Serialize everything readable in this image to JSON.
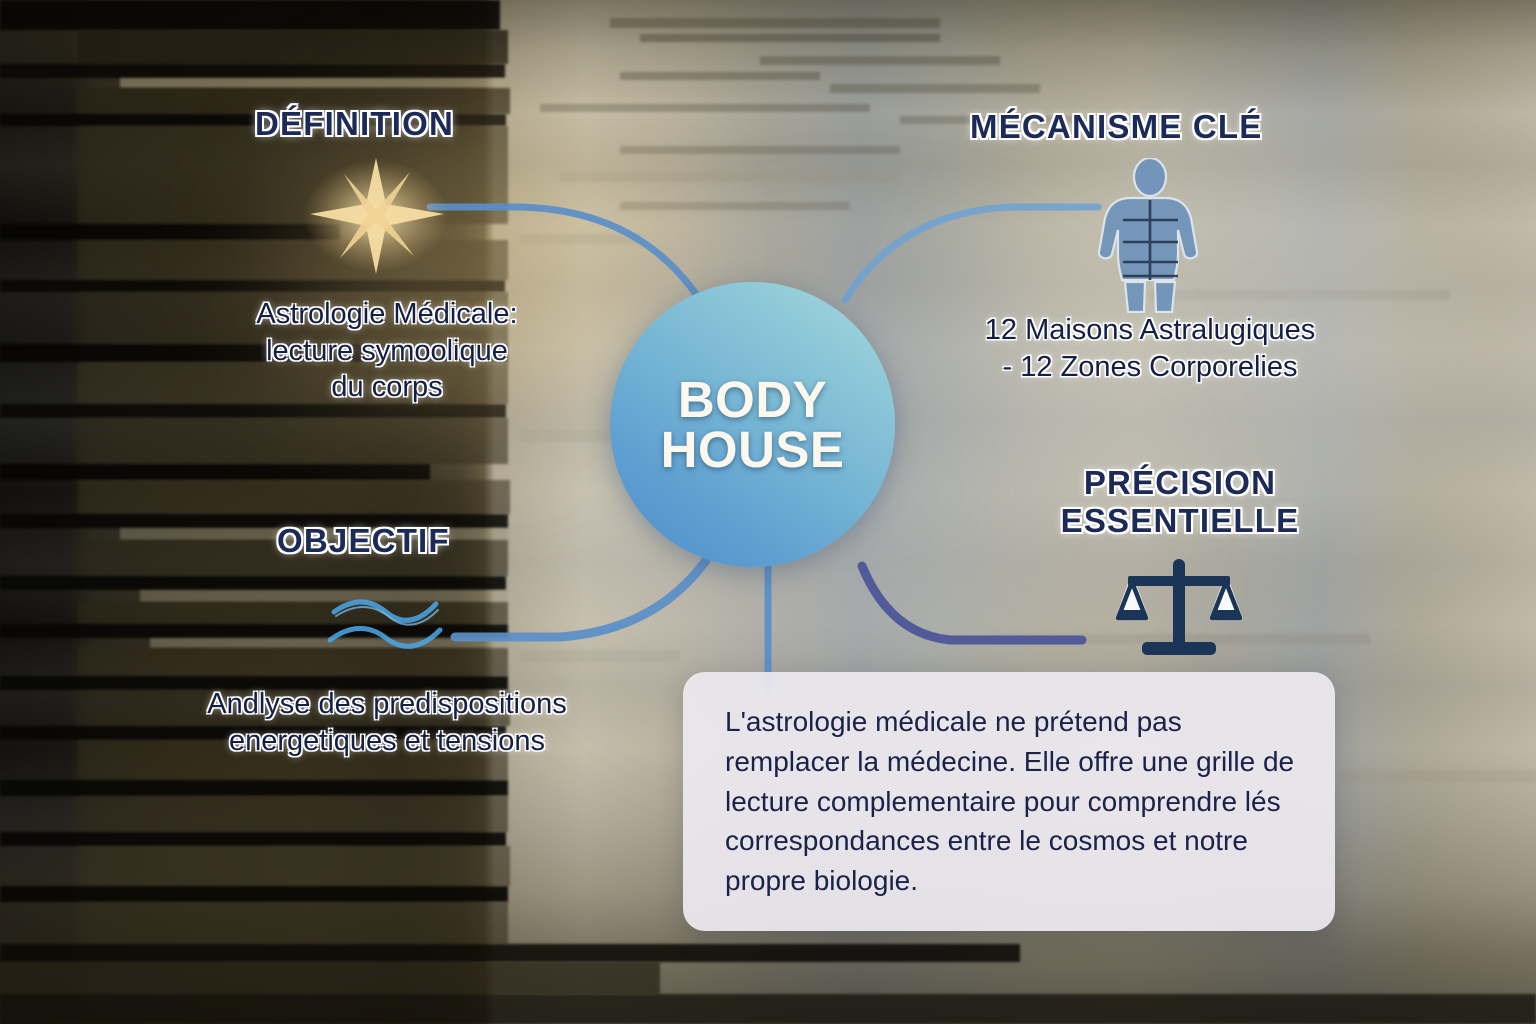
{
  "center": {
    "line1": "BODY",
    "line2": "HOUSE",
    "color": "#74b4d4"
  },
  "nodes": {
    "definition": {
      "heading": "DÉFINITION",
      "text_line1": "Astrologie Médicale:",
      "text_line2": "lecture symoolique",
      "text_line3": "du corps",
      "icon": "star-icon"
    },
    "mecanisme": {
      "heading": "MÉCANISME CLÉ",
      "text_line1": "12 Maisons Astralugiques",
      "text_line2": "-  12 Zones Corporelies",
      "icon": "human-body-zones-icon"
    },
    "objectif": {
      "heading": "OBJECTIF",
      "text_line1": "Andlyse des predispositions",
      "text_line2": "energetiques et tensions",
      "icon": "energy-waves-icon"
    },
    "precision": {
      "heading_line1": "PRÉCISION",
      "heading_line2": "ESSENTIELLE",
      "icon": "balance-scale-icon"
    }
  },
  "info_card": {
    "text": "L'astrologie médicale ne prétend pas remplacer la médecine. Elle offre une grille de lecture complementaire pour comprendre lés correspondances entre le cosmos et notre propre biologie."
  },
  "palette": {
    "heading_navy": "#1b2a56",
    "body_navy": "#141f45",
    "circle_blue": "#74b4d4",
    "connector_blue": "#5a8fc8",
    "connector_indigo": "#4a5598",
    "star_gold": "#f2d79a",
    "card_bg": "#edeaf0"
  }
}
